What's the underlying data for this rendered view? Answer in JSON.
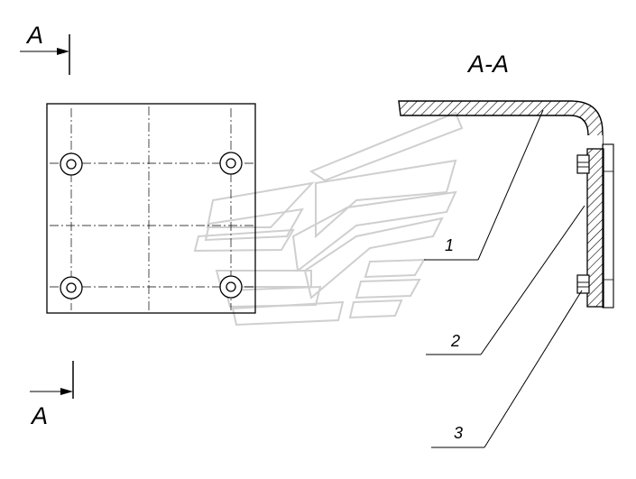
{
  "drawing": {
    "section_title": "A-A",
    "section_mark_top": "A",
    "section_mark_bottom": "A",
    "callouts": [
      {
        "number": "1"
      },
      {
        "number": "2"
      },
      {
        "number": "3"
      }
    ]
  }
}
